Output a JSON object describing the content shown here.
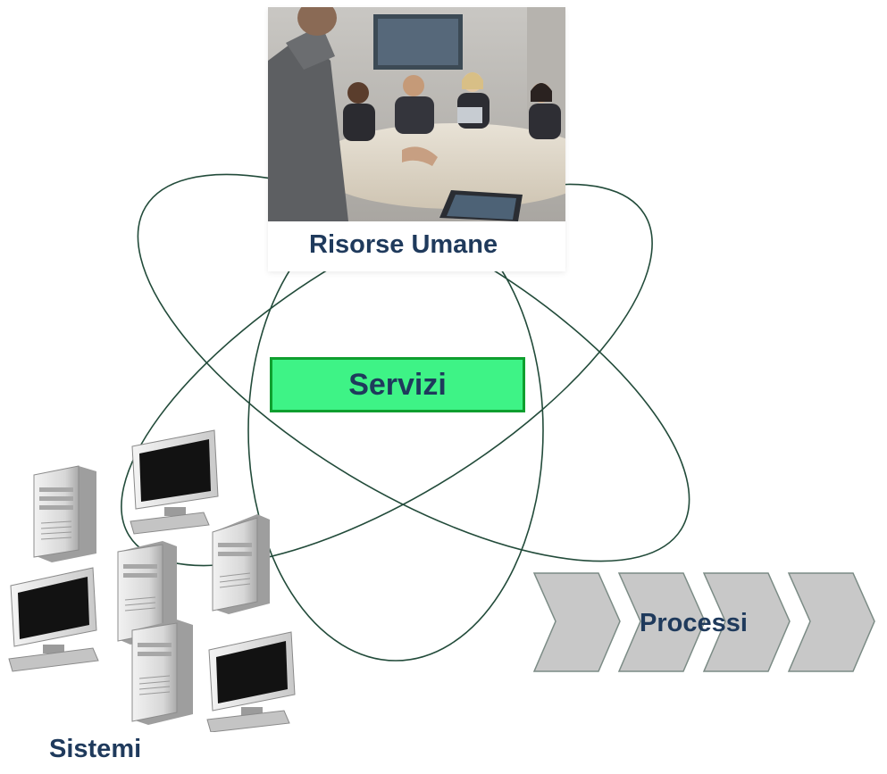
{
  "labels": {
    "human_resources": "Risorse Umane",
    "services": "Servizi",
    "processes": "Processi",
    "systems": "Sistemi"
  },
  "images": {
    "meeting_photo": "people-in-meeting-photo",
    "computers": "computer-cluster-illustration",
    "process_chevrons": "process-chevron-sequence"
  },
  "colors": {
    "label_text": "#1f3a5c",
    "services_fill": "#3ef386",
    "services_border": "#0f9f2f",
    "ellipse_stroke": "#224b3a",
    "chevron_fill": "#c8c8c8",
    "chevron_stroke": "#7b8b85"
  },
  "process_steps": 4
}
